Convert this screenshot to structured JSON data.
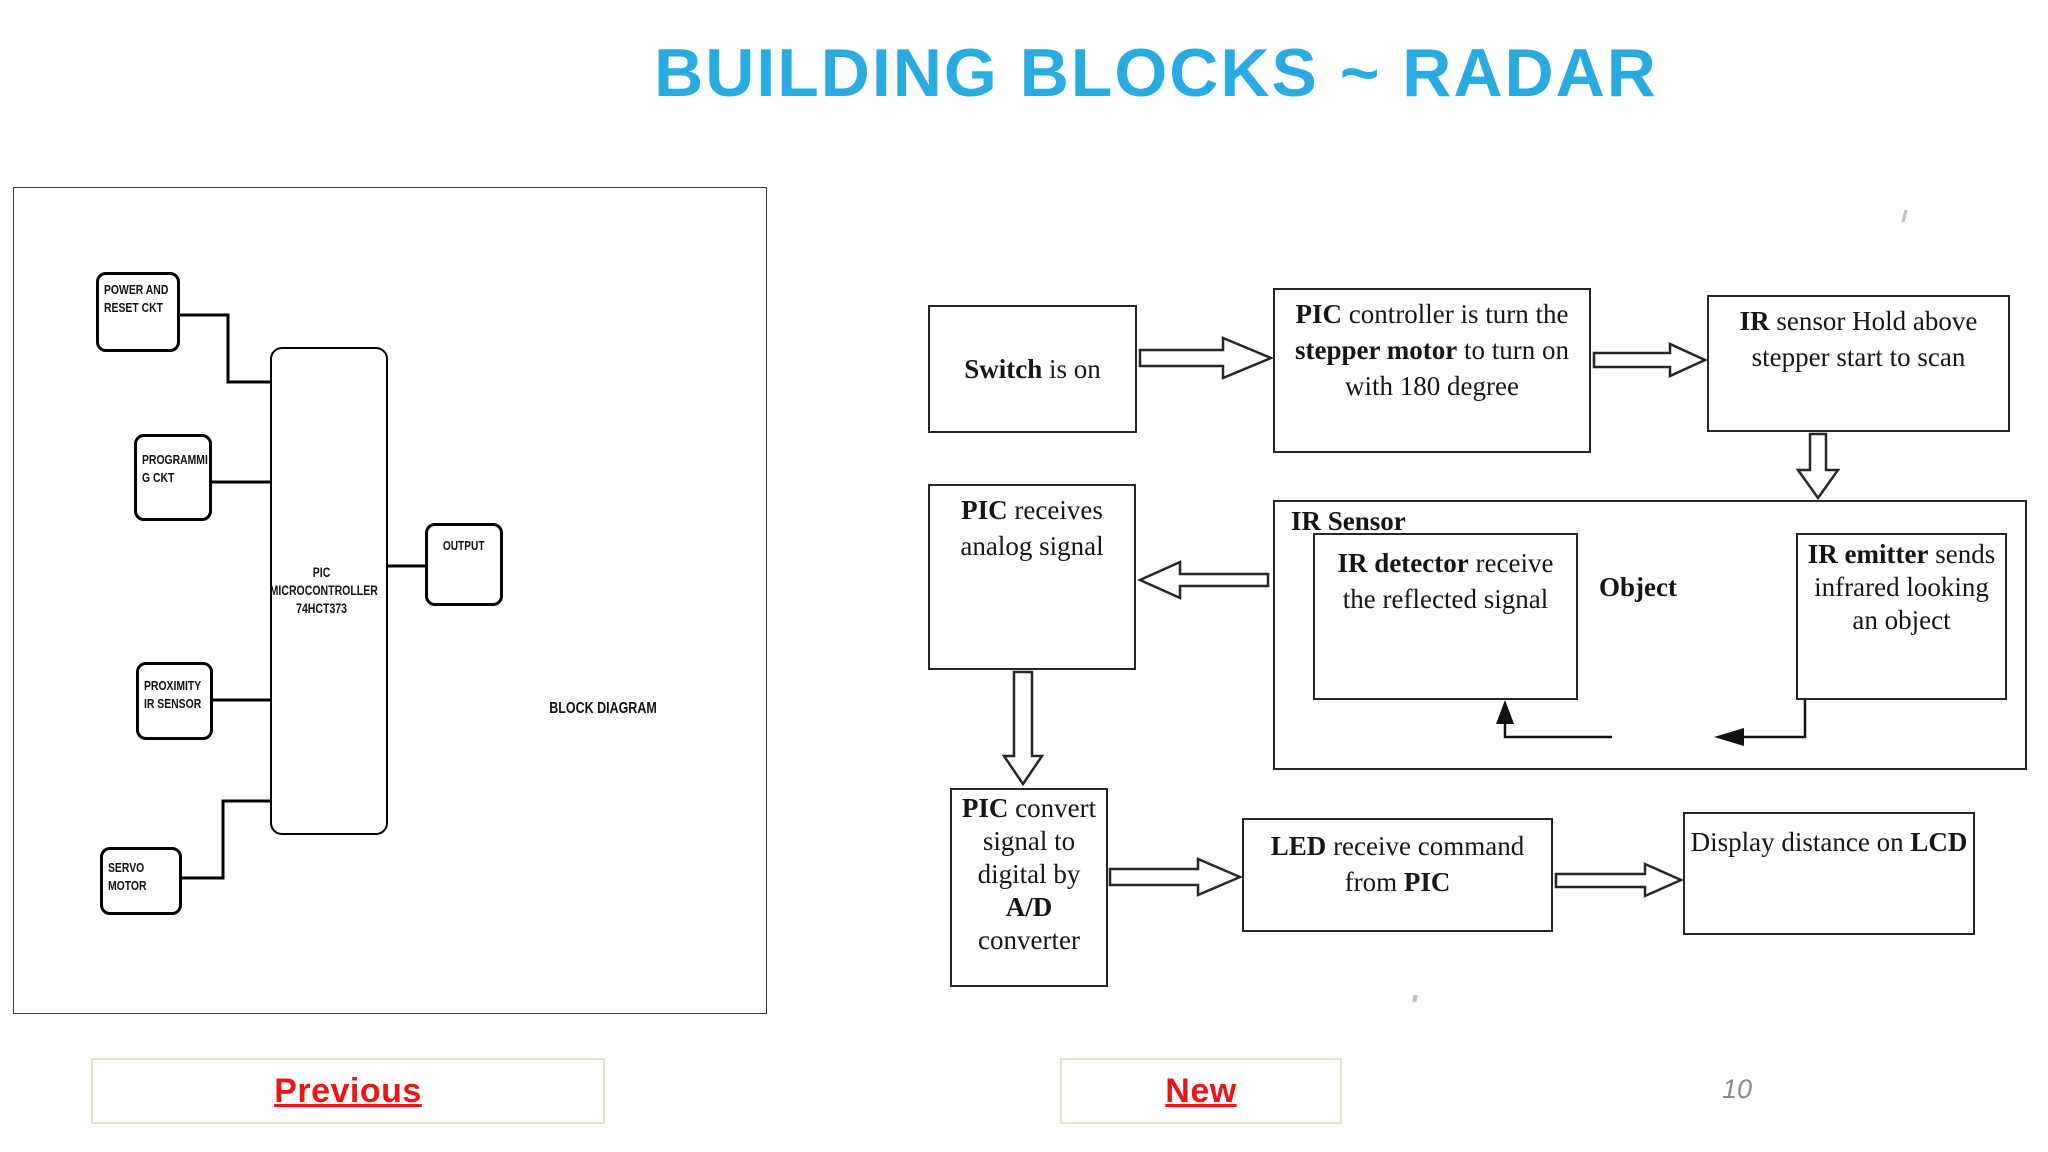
{
  "title": "BUILDING BLOCKS ~ RADAR",
  "page_number": "10",
  "colors": {
    "title_blue": "#29ABE2",
    "link_red": "#EB1515",
    "nav_border": "#E6E0CF"
  },
  "nav": {
    "previous_label": "Previous",
    "new_label": "New"
  },
  "left_diagram": {
    "caption": "BLOCK DIAGRAM",
    "power": "POWER AND RESET CKT",
    "programming_l1": "PROGRAMMI",
    "programming_l2": "G CKT",
    "proximity": "PROXIMITY IR SENSOR",
    "servo": "SERVO MOTOR",
    "micro_l1": "PIC MICROCONTROLLER",
    "micro_l2": "74HCT373",
    "output": "OUTPUT"
  },
  "flowchart": {
    "switch": {
      "s0": "Switch",
      "s1": " is on"
    },
    "pic_controller": {
      "s0": "PIC",
      "s1": " controller  is turn the ",
      "s2": "stepper motor",
      "s3": " to turn on with 180 degree"
    },
    "ir_hold": {
      "s0": "IR",
      "s1": " sensor Hold above stepper start to scan"
    },
    "pic_receives": {
      "s0": "PIC",
      "s1": " receives analog signal"
    },
    "ir_sensor_label": "IR Sensor",
    "ir_detector": {
      "s0": "IR detector",
      "s1": " receive the reflected signal"
    },
    "object_label": "Object",
    "ir_emitter": {
      "s0": "IR emitter",
      "s1": " sends infrared looking an object"
    },
    "pic_convert": {
      "s0": "PIC",
      "s1": " convert signal to digital by ",
      "s2": "A/D",
      "s3": " converter"
    },
    "led": {
      "s0": "LED",
      "s1": " receive command from ",
      "s2": "PIC"
    },
    "display": {
      "s0": "Display distance on ",
      "s1": "LCD"
    }
  }
}
